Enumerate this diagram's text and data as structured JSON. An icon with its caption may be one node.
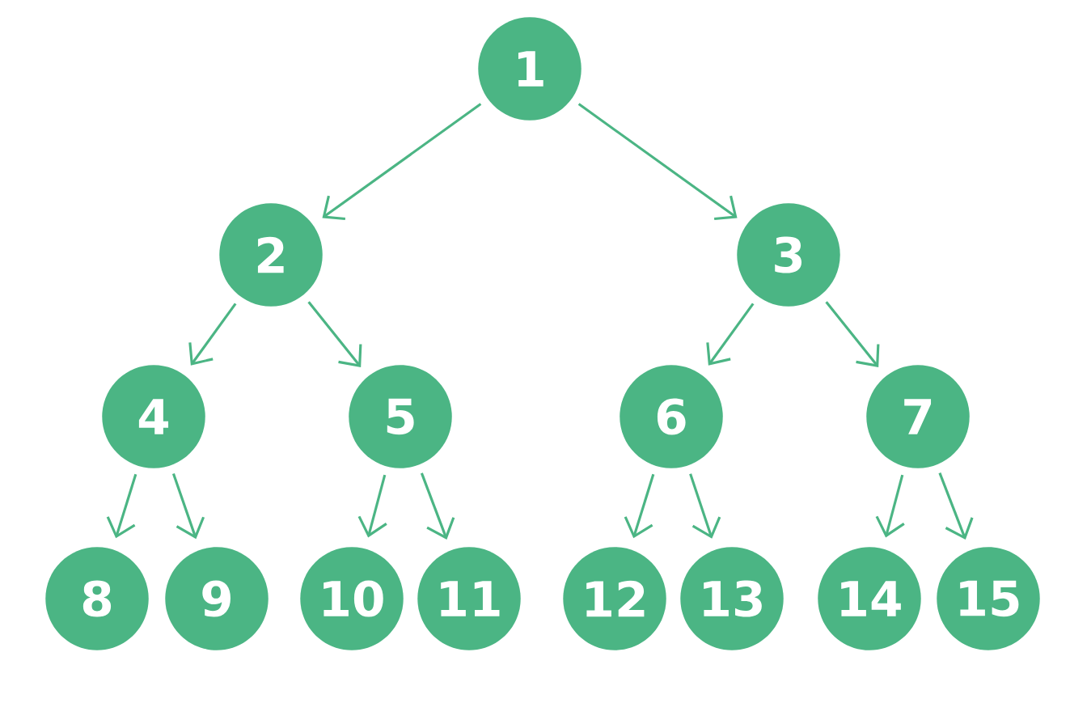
{
  "diagram": {
    "nodes": [
      {
        "text": [
          "1"
        ]
      },
      {
        "text": [
          "2"
        ]
      },
      {
        "text": [
          "3"
        ]
      },
      {
        "text": [
          "4"
        ]
      },
      {
        "text": [
          "5"
        ]
      },
      {
        "text": [
          "6"
        ]
      },
      {
        "text": [
          "7"
        ]
      },
      {
        "text": [
          "8"
        ]
      },
      {
        "text": [
          "9"
        ]
      },
      {
        "text": [
          "10"
        ]
      },
      {
        "text": [
          "11"
        ]
      },
      {
        "text": [
          "12"
        ]
      },
      {
        "text": [
          "13"
        ]
      },
      {
        "text": [
          "14"
        ]
      },
      {
        "text": [
          "15"
        ]
      }
    ],
    "edges": [
      {
        "from": 0,
        "to": 1,
        "arrow": "to"
      },
      {
        "from": 0,
        "to": 2,
        "arrow": "to"
      },
      {
        "from": 1,
        "to": 3,
        "arrow": "to"
      },
      {
        "from": 1,
        "to": 4,
        "arrow": "to"
      },
      {
        "from": 2,
        "to": 5,
        "arrow": "to"
      },
      {
        "from": 2,
        "to": 6,
        "arrow": "to"
      },
      {
        "from": 3,
        "to": 7,
        "arrow": "to"
      },
      {
        "from": 3,
        "to": 8,
        "arrow": "to"
      },
      {
        "from": 4,
        "to": 9,
        "arrow": "to"
      },
      {
        "from": 4,
        "to": 10,
        "arrow": "to"
      },
      {
        "from": 5,
        "to": 11,
        "arrow": "to"
      },
      {
        "from": 5,
        "to": 12,
        "arrow": "to"
      },
      {
        "from": 6,
        "to": 13,
        "arrow": "to"
      },
      {
        "from": 6,
        "to": 14,
        "arrow": "to"
      }
    ]
  }
}
